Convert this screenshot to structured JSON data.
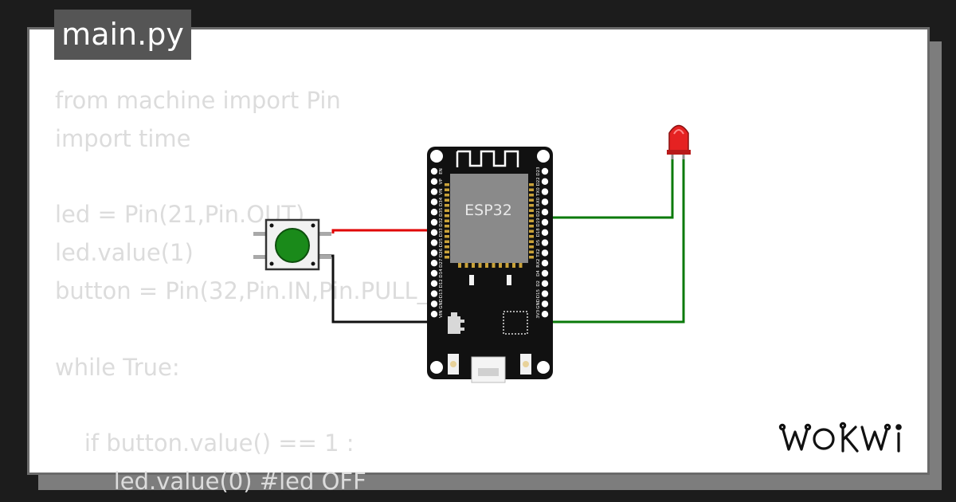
{
  "file_tab": {
    "label": "main.py"
  },
  "code": {
    "lines": [
      "from machine import Pin",
      "import time",
      "",
      "led = Pin(21,Pin.OUT)",
      "led.value(1)",
      "button = Pin(32,Pin.IN,Pin.PULL_UP)",
      "",
      "while True:",
      "",
      "    if button.value() == 1 :",
      "        led.value(0) #led OFF"
    ]
  },
  "board": {
    "chip_label": "ESP32",
    "left_pins": [
      "EN",
      "VP",
      "VN",
      "D34",
      "D35",
      "D32",
      "D33",
      "D25",
      "D26",
      "D27",
      "D14",
      "D12",
      "D13",
      "GND",
      "VIN"
    ],
    "right_pins": [
      "D23",
      "D22",
      "TX0",
      "RX0",
      "D21",
      "D19",
      "D18",
      "D5",
      "TX2",
      "RX2",
      "D4",
      "D2",
      "D15",
      "GND",
      "3V3"
    ]
  },
  "colors": {
    "wire_red": "#e00000",
    "wire_black": "#111111",
    "wire_green": "#0a7a0a",
    "button_cap": "#1a8a1a",
    "led_red": "#e52222",
    "board_bg": "#111111",
    "chip": "#8a8a8a"
  },
  "brand": {
    "logo": "WOKWI"
  }
}
